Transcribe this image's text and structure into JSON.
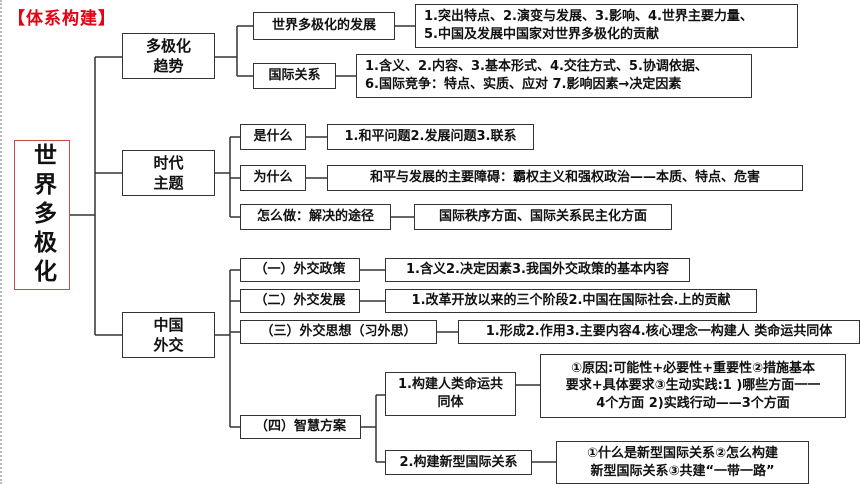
{
  "heading": "【体系构建】",
  "root": "世界多极化",
  "branches": {
    "trend": {
      "label": "多极化\n趋势",
      "children": [
        {
          "label": "世界多极化的发展",
          "detail": "1.突出特点、2.演变与发展、3.影响、4.世界主要力量、\n5.中国及发展中国家对世界多极化的贡献"
        },
        {
          "label": "国际关系",
          "detail": "1.含义、2.内容、3.基本形式、4.交往方式、5.协调依据、\n6.国际竞争：特点、实质、应对  7.影响因素→决定因素"
        }
      ]
    },
    "theme": {
      "label": "时代\n主题",
      "children": [
        {
          "label": "是什么",
          "detail": "1.和平问题2.发展问题3.联系"
        },
        {
          "label": "为什么",
          "detail": "和平与发展的主要障碍：霸权主义和强权政治——本质、特点、危害"
        },
        {
          "label": "怎么做：解决的途径",
          "detail": "国际秩序方面、国际关系民主化方面"
        }
      ]
    },
    "china": {
      "label": "中国\n外交",
      "children": [
        {
          "label": "（一）外交政策",
          "detail": "1.含义2.决定因素3.我国外交政策的基本内容"
        },
        {
          "label": "（二）外交发展",
          "detail": "1.改革开放以来的三个阶段2.中国在国际社会.上的贡献"
        },
        {
          "label": "（三）外交思想（习外思）",
          "detail": "1.形成2.作用3.主要内容4.核心理念一构建人 类命运共同体"
        },
        {
          "label": "（四）智慧方案",
          "children": [
            {
              "label": "1.构建人类命运共\n同体",
              "detail": "①原因:可能性+必要性+重要性②措施基本\n要求+具体要求③生动实践:1 )哪些方面一一\n4个方面 2)实践行动——3个方面"
            },
            {
              "label": "2.构建新型国际关系",
              "detail": "①什么是新型国际关系②怎么构建\n新型国际关系③共建“一带一路”"
            }
          ]
        }
      ]
    }
  }
}
